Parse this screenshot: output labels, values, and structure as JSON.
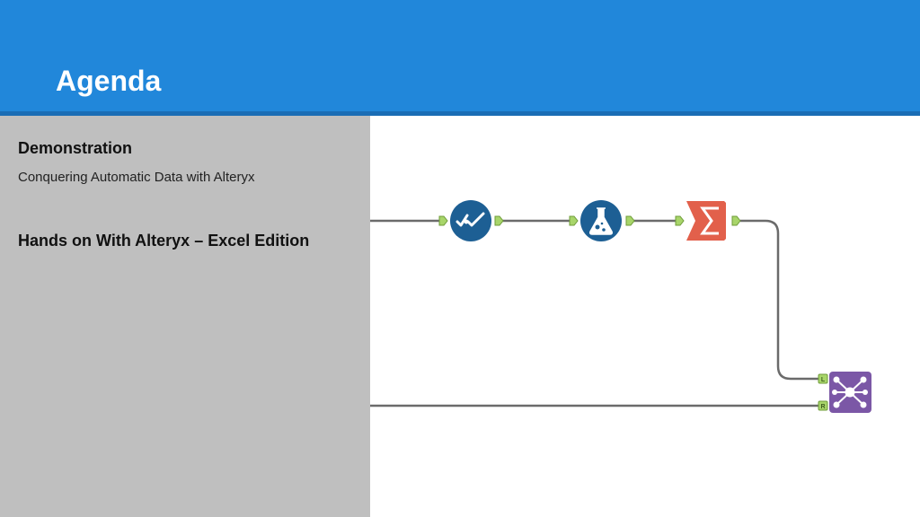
{
  "slide": {
    "title": "Agenda"
  },
  "agenda": {
    "items": [
      {
        "heading": "Demonstration",
        "subtitle": "Conquering Automatic Data with Alteryx"
      },
      {
        "heading": "Hands on With Alteryx – Excel Edition"
      }
    ]
  },
  "workflow": {
    "tools": [
      {
        "icon": "data-cleansing-icon",
        "color": "#1d5f94"
      },
      {
        "icon": "formula-icon",
        "color": "#1d5f94"
      },
      {
        "icon": "summarize-icon",
        "color": "#e2604b"
      },
      {
        "icon": "join-icon",
        "color": "#7b57a6"
      }
    ],
    "join_anchors": {
      "left": "L",
      "right": "R"
    },
    "anchor_color": "#a8d56a",
    "connection_color": "#6b6b6b"
  },
  "colors": {
    "header": "#2187da",
    "sidebar": "#bfbfbf"
  }
}
